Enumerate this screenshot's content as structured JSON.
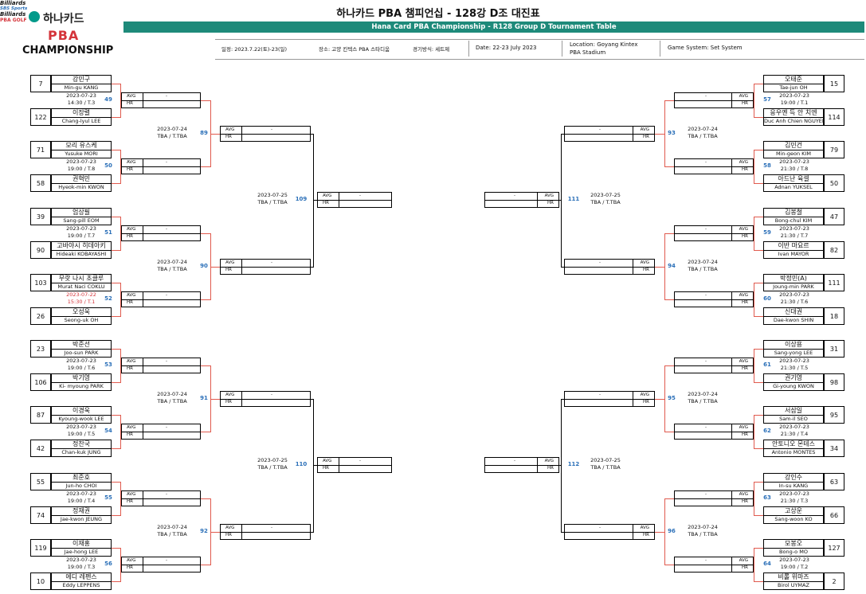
{
  "header": {
    "title": "하나카드 PBA 챔피언십 - 128강 D조 대진표",
    "subtitle": "Hana Card PBA Championship - R128 Group D Tournament Table",
    "logo_top": "하나카드",
    "logo_mid": "PBA",
    "logo_bottom": "CHAMPIONSHIP",
    "info": [
      "일정: 2023.7.22(토)-23(일)",
      "장소: 고양 킨텍스 PBA 스타디움",
      "경기방식: 세트제",
      "Date: 22-23 July 2023",
      "Location: Goyang Kintex\nPBA Stadium",
      "Game System: Set System"
    ]
  },
  "labels": {
    "avg": "AVG",
    "hr": "HR",
    "dash": "-",
    "billiards": "Billiards",
    "sbs": "SBS Sports",
    "pba_golf": "PBA GOLF"
  },
  "left_players": [
    {
      "seed": "7",
      "kr": "강민구",
      "en": "Min-gu KANG"
    },
    {
      "seed": "122",
      "kr": "이장렬",
      "en": "Chang-lyul LEE"
    },
    {
      "seed": "71",
      "kr": "모리 유스케",
      "en": "Yusuke MORI"
    },
    {
      "seed": "58",
      "kr": "권혁민",
      "en": "Hyeok-min KWON"
    },
    {
      "seed": "39",
      "kr": "엄상필",
      "en": "Sang-pill EOM"
    },
    {
      "seed": "90",
      "kr": "고바야시 히데아키",
      "en": "Hideaki KOBAYASHI"
    },
    {
      "seed": "103",
      "kr": "무랏 나시 초클루",
      "en": "Murat Naci COKLU"
    },
    {
      "seed": "26",
      "kr": "오성욱",
      "en": "Seong-uk OH"
    },
    {
      "seed": "23",
      "kr": "박준선",
      "en": "Joo-sun PARK"
    },
    {
      "seed": "106",
      "kr": "박기영",
      "en": "Ki- myoung PARK"
    },
    {
      "seed": "87",
      "kr": "이경욱",
      "en": "Kyoung-wook LEE"
    },
    {
      "seed": "42",
      "kr": "정찬국",
      "en": "Chan-kuk JUNG"
    },
    {
      "seed": "55",
      "kr": "최준호",
      "en": "Jun-ho CHOI"
    },
    {
      "seed": "74",
      "kr": "정재권",
      "en": "Jae-kwon JEUNG"
    },
    {
      "seed": "119",
      "kr": "이재홍",
      "en": "Jae-hong LEE"
    },
    {
      "seed": "10",
      "kr": "에디 레펜스",
      "en": "Eddy LEPPENS"
    }
  ],
  "right_players": [
    {
      "seed": "15",
      "kr": "오태준",
      "en": "Tae-jun OH"
    },
    {
      "seed": "114",
      "kr": "응우옌 득 안 치엔",
      "en": "Duc Anh Chien NGUYEN"
    },
    {
      "seed": "79",
      "kr": "김민건",
      "en": "Min-geon KIM"
    },
    {
      "seed": "50",
      "kr": "아드난 육셀",
      "en": "Adnan YUKSEL"
    },
    {
      "seed": "47",
      "kr": "김봉철",
      "en": "Bong-chul KIM"
    },
    {
      "seed": "82",
      "kr": "이반 마요르",
      "en": "Ivan MAYOR"
    },
    {
      "seed": "111",
      "kr": "박정민(A)",
      "en": "Joung-min PARK"
    },
    {
      "seed": "18",
      "kr": "신대권",
      "en": "Dae-kwon SHIN"
    },
    {
      "seed": "31",
      "kr": "이상용",
      "en": "Sang-yong LEE"
    },
    {
      "seed": "98",
      "kr": "권기영",
      "en": "Gi-young KWON"
    },
    {
      "seed": "95",
      "kr": "서삼일",
      "en": "Sam-il SEO"
    },
    {
      "seed": "34",
      "kr": "안토니오 몬테스",
      "en": "Antonio MONTES"
    },
    {
      "seed": "63",
      "kr": "강인수",
      "en": "In-su KANG"
    },
    {
      "seed": "66",
      "kr": "고상운",
      "en": "Sang-woon KO"
    },
    {
      "seed": "127",
      "kr": "모봉오",
      "en": "Bong-o MO"
    },
    {
      "seed": "2",
      "kr": "비롤 위마즈",
      "en": "Birol UYMAZ"
    }
  ],
  "left_r1": [
    {
      "no": "49",
      "date": "2023-07-23",
      "time": "14:30 / T.3"
    },
    {
      "no": "50",
      "date": "2023-07-23",
      "time": "19:00 / T.8"
    },
    {
      "no": "51",
      "date": "2023-07-23",
      "time": "19:00 / T.7"
    },
    {
      "no": "52",
      "date": "2023-07-22",
      "time": "15:30 / T.1"
    },
    {
      "no": "53",
      "date": "2023-07-23",
      "time": "19:00 / T.6"
    },
    {
      "no": "54",
      "date": "2023-07-23",
      "time": "19:00 / T.5"
    },
    {
      "no": "55",
      "date": "2023-07-23",
      "time": "19:00 / T.4"
    },
    {
      "no": "56",
      "date": "2023-07-23",
      "time": "19:00 / T.3"
    }
  ],
  "right_r1": [
    {
      "no": "57",
      "date": "2023-07-23",
      "time": "19:00 / T.1"
    },
    {
      "no": "58",
      "date": "2023-07-23",
      "time": "21:30 / T.8"
    },
    {
      "no": "59",
      "date": "2023-07-23",
      "time": "21:30 / T.7"
    },
    {
      "no": "60",
      "date": "2023-07-23",
      "time": "21:30 / T.6"
    },
    {
      "no": "61",
      "date": "2023-07-23",
      "time": "21:30 / T.5"
    },
    {
      "no": "62",
      "date": "2023-07-23",
      "time": "21:30 / T.4"
    },
    {
      "no": "63",
      "date": "2023-07-23",
      "time": "21:30 / T.3"
    },
    {
      "no": "64",
      "date": "2023-07-23",
      "time": "19:00 / T.2"
    }
  ],
  "left_r2": [
    {
      "no": "89",
      "date": "2023-07-24",
      "time": "TBA / T.TBA"
    },
    {
      "no": "90",
      "date": "2023-07-24",
      "time": "TBA / T.TBA"
    },
    {
      "no": "91",
      "date": "2023-07-24",
      "time": "TBA / T.TBA"
    },
    {
      "no": "92",
      "date": "2023-07-24",
      "time": "TBA / T.TBA"
    }
  ],
  "right_r2": [
    {
      "no": "93",
      "date": "2023-07-24",
      "time": "TBA / T.TBA"
    },
    {
      "no": "94",
      "date": "2023-07-24",
      "time": "TBA / T.TBA"
    },
    {
      "no": "95",
      "date": "2023-07-24",
      "time": "TBA / T.TBA"
    },
    {
      "no": "96",
      "date": "2023-07-24",
      "time": "TBA / T.TBA"
    }
  ],
  "left_r3": [
    {
      "no": "109",
      "date": "2023-07-25",
      "time": "TBA / T.TBA"
    },
    {
      "no": "110",
      "date": "2023-07-25",
      "time": "TBA / T.TBA"
    }
  ],
  "right_r3": [
    {
      "no": "111",
      "date": "2023-07-25",
      "time": "TBA / T.TBA"
    },
    {
      "no": "112",
      "date": "2023-07-25",
      "time": "TBA / T.TBA"
    }
  ]
}
